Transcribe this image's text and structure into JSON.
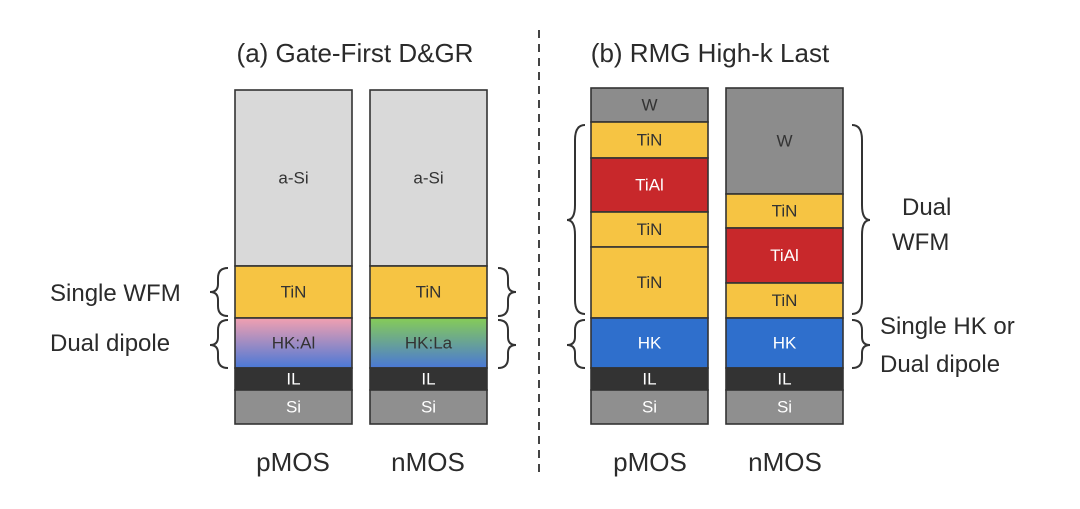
{
  "panels": {
    "a": {
      "title": "(a) Gate-First D&GR"
    },
    "b": {
      "title": "(b) RMG High-k Last"
    }
  },
  "devices": {
    "a_p": {
      "label": "pMOS",
      "layers": [
        "a-Si",
        "TiN",
        "HK:Al",
        "IL",
        "Si"
      ]
    },
    "a_n": {
      "label": "nMOS",
      "layers": [
        "a-Si",
        "TiN",
        "HK:La",
        "IL",
        "Si"
      ]
    },
    "b_p": {
      "label": "pMOS",
      "layers": [
        "W",
        "TiN",
        "TiAl",
        "TiN",
        "TiN",
        "HK",
        "IL",
        "Si"
      ]
    },
    "b_n": {
      "label": "nMOS",
      "layers": [
        "W",
        "TiN",
        "TiAl",
        "TiN",
        "HK",
        "IL",
        "Si"
      ]
    }
  },
  "annotations": {
    "single_wfm": "Single WFM",
    "dual_dipole": "Dual dipole",
    "dual_wfm_line1": "Dual",
    "dual_wfm_line2": "WFM",
    "single_hk_line1": "Single HK or",
    "single_hk_line2": "Dual dipole"
  },
  "colors": {
    "a_si": "#d9d9d9",
    "tin": "#f6c443",
    "tial": "#c8282b",
    "w": "#8c8c8c",
    "hk": "#2f6fcc",
    "il": "#333333",
    "si": "#8f8f8f",
    "hk_al_top": "#f2a0b0",
    "hk_la_top": "#86cc57",
    "hk_bottom": "#4a78d6"
  }
}
